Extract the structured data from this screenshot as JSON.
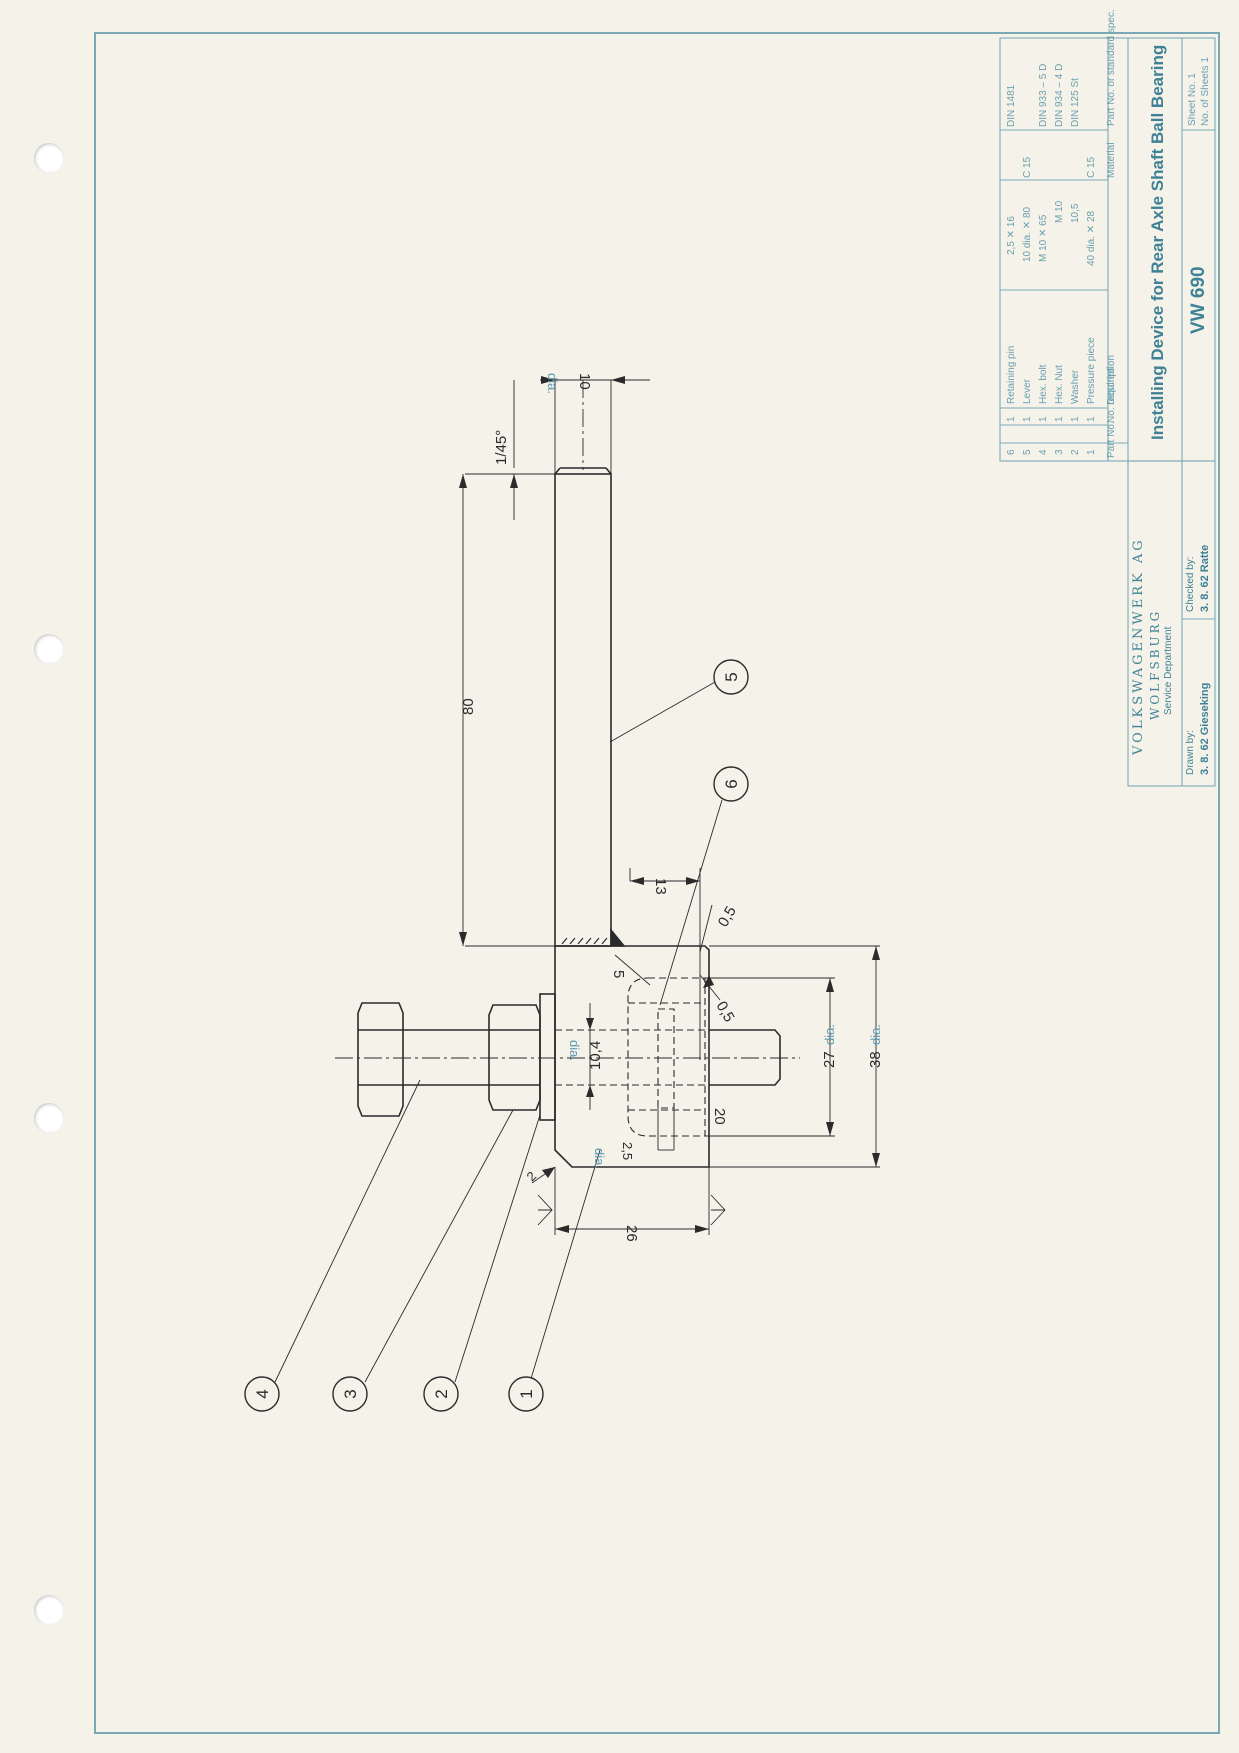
{
  "title_block": {
    "title": "Installing Device for Rear Axle Shaft Ball Bearing",
    "drawing_no": "VW 690",
    "company": "VOLKSWAGENWERK AG",
    "city": "WOLFSBURG",
    "department": "Service Department",
    "drawn_by_label": "Drawn by:",
    "drawn_by_value": "3. 8. 62 Gieseking",
    "checked_by_label": "Checked by:",
    "checked_by_value": "3. 8. 62 Ratte",
    "sheet_no": "Sheet No. 1",
    "no_of_sheets": "No. of Sheets 1",
    "header": {
      "part_no": "Part No.",
      "no_required": "No. required",
      "description": "Description",
      "material": "Material",
      "spec": "Part No. or standard spec."
    },
    "parts": [
      {
        "no": "6",
        "qty": "1",
        "desc": "Retaining pin",
        "size": "2,5 ✕ 16",
        "material": "",
        "spec": "DIN 1481"
      },
      {
        "no": "5",
        "qty": "1",
        "desc": "Lever",
        "size": "10 dia. ✕ 80",
        "material": "C 15",
        "spec": ""
      },
      {
        "no": "4",
        "qty": "1",
        "desc": "Hex. bolt",
        "size": "M 10 ✕ 65",
        "material": "",
        "spec": "DIN 933 – 5 D"
      },
      {
        "no": "3",
        "qty": "1",
        "desc": "Hex. Nut",
        "size": "M 10",
        "material": "",
        "spec": "DIN 934 – 4 D"
      },
      {
        "no": "2",
        "qty": "1",
        "desc": "Washer",
        "size": "10,5",
        "material": "",
        "spec": "DIN 125 St"
      },
      {
        "no": "1",
        "qty": "1",
        "desc": "Pressure piece",
        "size": "40 dia. ✕ 28",
        "material": "C 15",
        "spec": ""
      }
    ]
  },
  "dimensions": {
    "lever_length": "80",
    "chamfer": "1/45°",
    "lever_dia": "10",
    "dia_unit": "dia.",
    "pin_offset": "13",
    "corner_1": "0,5",
    "corner_2": "0,5",
    "depth_5": "5",
    "bore": "10,4",
    "hole_20": "20",
    "inner_dia": "27",
    "outer_dia": "38",
    "small_dia": "2,5",
    "chamfer_2": "2",
    "width_26": "26"
  },
  "balloons": [
    "1",
    "2",
    "3",
    "4",
    "5",
    "6"
  ],
  "colors": {
    "line": "#2b2b2b",
    "frame": "#7aa9b5",
    "ink_blue": "#3f8296",
    "paper": "#f5f2ea"
  }
}
